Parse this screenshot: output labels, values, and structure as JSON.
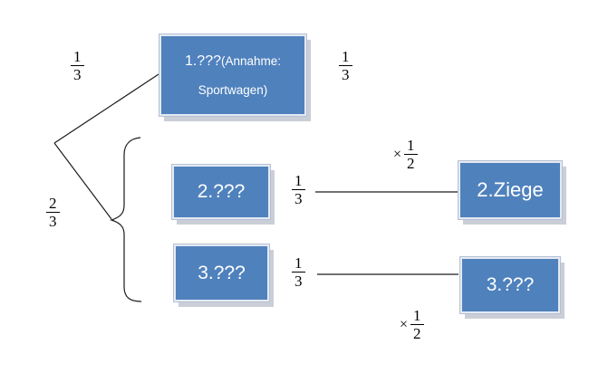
{
  "diagram": {
    "type": "probability-tree",
    "background": "#ffffff",
    "box_fill": "#4f81bd",
    "box_border": "#e4eaf4",
    "box_text_color": "#ffffff",
    "line_color": "#1c1c1c"
  },
  "nodes": {
    "assumption_box": {
      "prefix": "1.???",
      "annotation_line1": "(Annahme:",
      "annotation_line2": "Sportwagen)"
    },
    "door2_left": {
      "label": "2.???"
    },
    "door3_left": {
      "label": "3.???"
    },
    "door2_right": {
      "label": "2.Ziege"
    },
    "door3_right": {
      "label": "3.???"
    }
  },
  "fractions": {
    "branch_top": {
      "numerator": "1",
      "denominator": "3"
    },
    "branch_bottom": {
      "numerator": "2",
      "denominator": "3"
    },
    "top_right": {
      "numerator": "1",
      "denominator": "3"
    },
    "row2": {
      "numerator": "1",
      "denominator": "3"
    },
    "row3": {
      "numerator": "1",
      "denominator": "3"
    },
    "mult_row2": {
      "times": "×",
      "numerator": "1",
      "denominator": "2"
    },
    "mult_row3": {
      "times": "×",
      "numerator": "1",
      "denominator": "2"
    }
  }
}
